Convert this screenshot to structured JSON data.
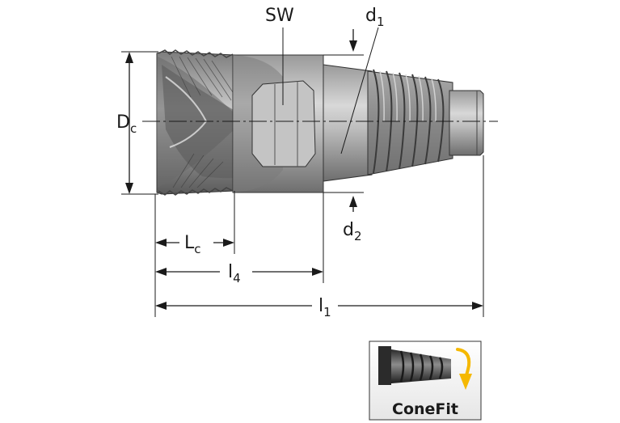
{
  "labels": {
    "sw": "SW",
    "d1": "d",
    "d1_sub": "1",
    "dc": "D",
    "dc_sub": "c",
    "d2": "d",
    "d2_sub": "2",
    "lc": "L",
    "lc_sub": "c",
    "l4": "l",
    "l4_sub": "4",
    "l1": "l",
    "l1_sub": "1"
  },
  "badge": {
    "label": "ConeFit",
    "icon": "conefit-icon",
    "accent_color": "#f5b800"
  }
}
